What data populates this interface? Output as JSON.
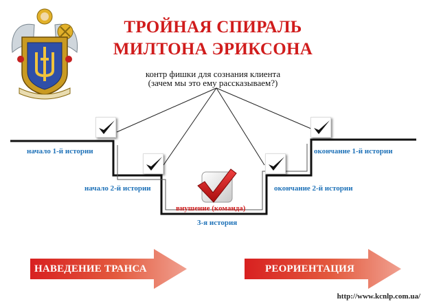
{
  "header": {
    "title_line1": "ТРОЙНАЯ СПИРАЛЬ",
    "title_line2": "МИЛТОНА ЭРИКСОНА",
    "subtitle_line1": "контр фишки для сознания клиента",
    "subtitle_line2": "(зачем мы это ему рассказываем?)"
  },
  "labels": {
    "start_1": "начало 1-й истории",
    "start_2": "начало 2-й истории",
    "suggestion": "внушение (команда)",
    "story_3": "3-я история",
    "end_2": "окончание 2-й истории",
    "end_1": "окончание 1-й истории"
  },
  "arrows": {
    "left": "НАВЕДЕНИЕ ТРАНСА",
    "right": "РЕОРИЕНТАЦИЯ"
  },
  "footer": {
    "url": "http://www.kcnlp.com.ua/"
  },
  "icons": {
    "checkmark": "checkmark-icon",
    "big_checkmark": "big-checkmark-icon",
    "emblem": "coat-of-arms-emblem"
  },
  "colors": {
    "title": "#d01c1c",
    "labels": "#1f72b8",
    "arrow_start": "#d82020",
    "arrow_end": "#f0a090"
  }
}
